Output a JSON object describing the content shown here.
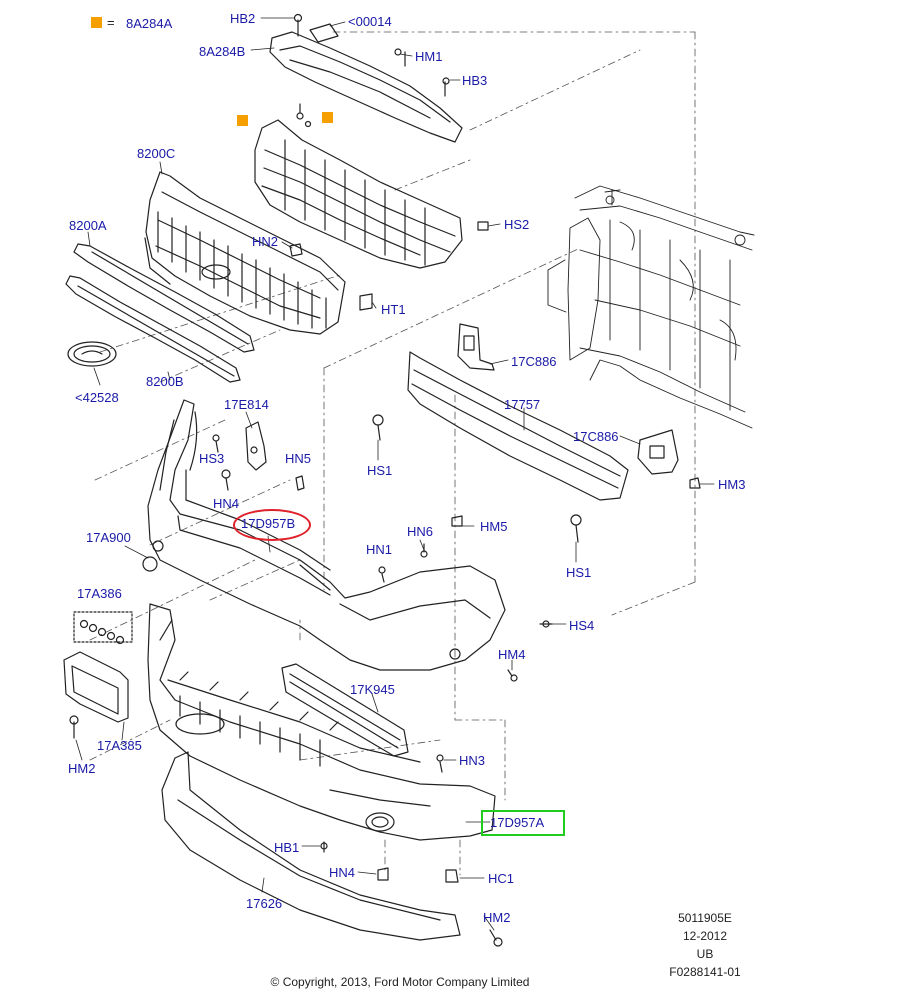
{
  "legend": {
    "label": "8A284A",
    "color": "#f5a000"
  },
  "highlight": {
    "red_oval_color": "#e0202a",
    "green_box_color": "#1fcc1f",
    "label_color": "#1a1aa8"
  },
  "labels": {
    "hb2_top": "HB2",
    "ref00014": "<00014",
    "p8a284b": "8A284B",
    "hm1": "HM1",
    "hb3": "HB3",
    "p8200c": "8200C",
    "p8200a": "8200A",
    "hs2": "HS2",
    "hn2": "HN2",
    "ht1": "HT1",
    "p17c886_top": "17C886",
    "p17757": "17757",
    "p17c886_right": "17C886",
    "hm3": "HM3",
    "ref42528": "<42528",
    "p8200b": "8200B",
    "p17e814": "17E814",
    "hs3": "HS3",
    "hn5": "HN5",
    "hn4_top": "HN4",
    "p17d957b": "17D957B",
    "hs1_left": "HS1",
    "hm5": "HM5",
    "hs1_right": "HS1",
    "p17a900": "17A900",
    "hn6": "HN6",
    "hn1": "HN1",
    "p17a386": "17A386",
    "hs4": "HS4",
    "hm4": "HM4",
    "p17k945": "17K945",
    "p17a385": "17A385",
    "hm2_left": "HM2",
    "hn3": "HN3",
    "p17d957a": "17D957A",
    "hb1": "HB1",
    "hn4_bottom": "HN4",
    "hc1": "HC1",
    "p17626": "17626",
    "hm2_bottom": "HM2"
  },
  "footer": {
    "id": "5011905E",
    "date": "12-2012",
    "region": "UB",
    "figure": "F0288141-01",
    "copyright": "© Copyright, 2013, Ford Motor Company Limited"
  }
}
